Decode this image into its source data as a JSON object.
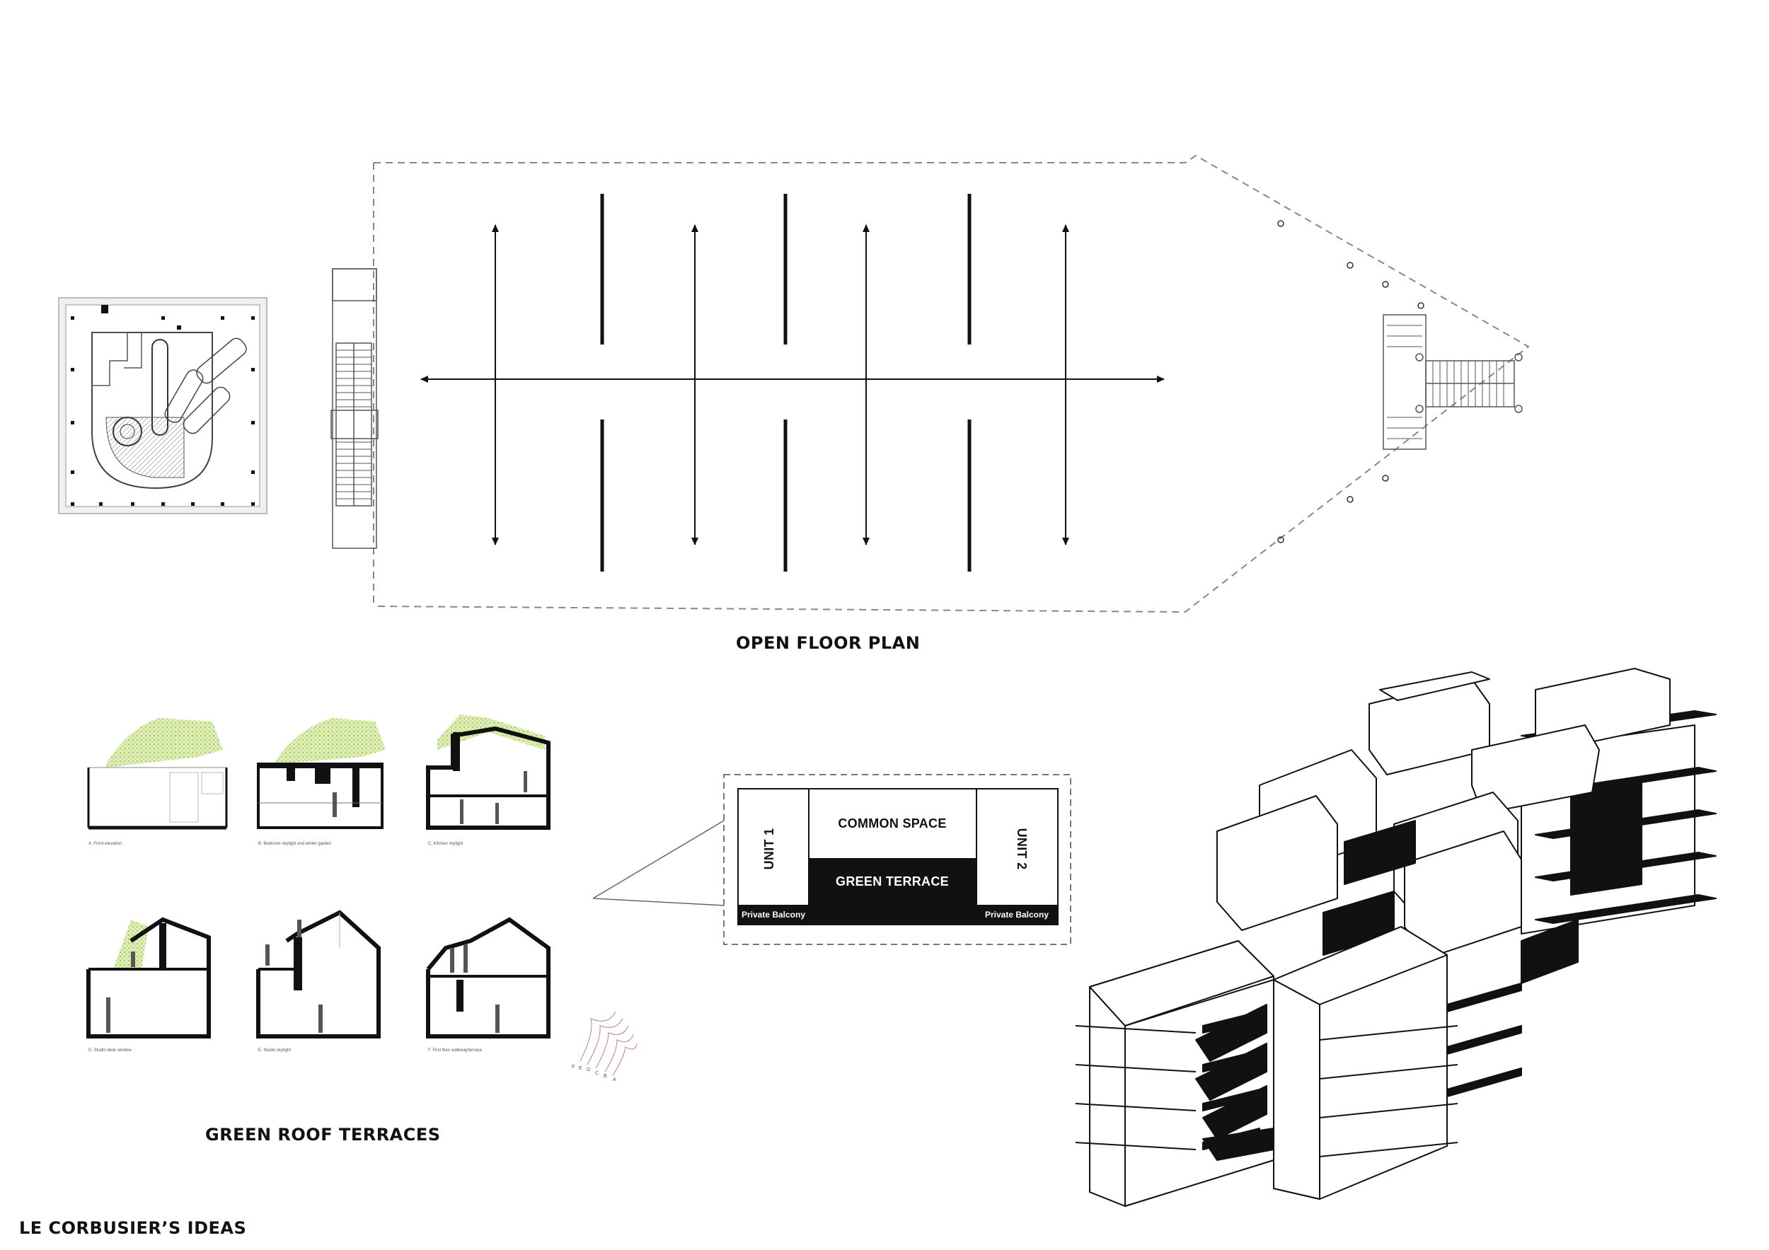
{
  "headings": {
    "open_floor_plan": "OPEN FLOOR PLAN",
    "green_roof_terraces": "GREEN ROOF TERRACES",
    "le_corbusier_ideas": "LE CORBUSIER’S IDEAS"
  },
  "sections": {
    "a": "A. Front elevation",
    "b": "B. Bedroom skylight and winter garden",
    "c": "C. Kitchen skylight",
    "d": "D. Studio desk window",
    "e": "E. Studio skylight",
    "f": "F. First floor walkway/terrace"
  },
  "unit_diagram": {
    "unit1": "UNIT 1",
    "unit2": "UNIT 2",
    "common_space": "COMMON SPACE",
    "green_terrace": "GREEN TERRACE",
    "private_balcony_left": "Private Balcony",
    "private_balcony_right": "Private Balcony"
  },
  "key_letters": [
    "F",
    "E",
    "D",
    "C",
    "B",
    "A"
  ],
  "colors": {
    "ink": "#111111",
    "green_roof": "#d4e6a1",
    "dashed": "#888888"
  }
}
